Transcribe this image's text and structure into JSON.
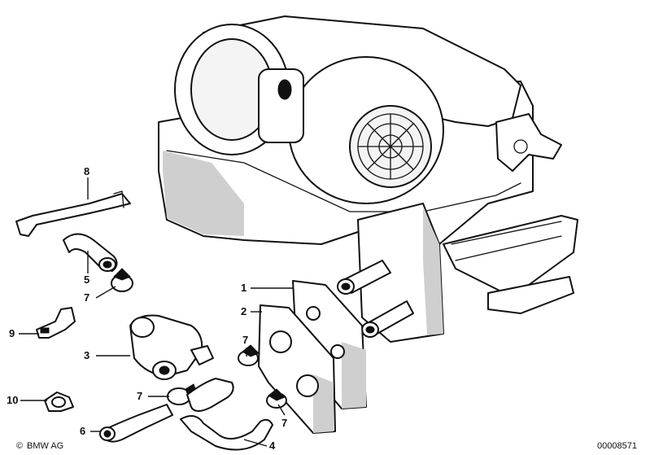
{
  "callouts": [
    {
      "id": "1",
      "text": "1"
    },
    {
      "id": "2",
      "text": "2"
    },
    {
      "id": "3",
      "text": "3"
    },
    {
      "id": "4",
      "text": "4"
    },
    {
      "id": "5",
      "text": "5"
    },
    {
      "id": "6",
      "text": "6"
    },
    {
      "id": "7a",
      "text": "7"
    },
    {
      "id": "7b",
      "text": "7"
    },
    {
      "id": "7c",
      "text": "7"
    },
    {
      "id": "7d",
      "text": "7"
    },
    {
      "id": "8",
      "text": "8"
    },
    {
      "id": "9",
      "text": "9"
    },
    {
      "id": "10",
      "text": "10"
    }
  ],
  "footer": {
    "brand": "BMW AG",
    "copyright_symbol": "©",
    "drawing_number": "00008571"
  }
}
